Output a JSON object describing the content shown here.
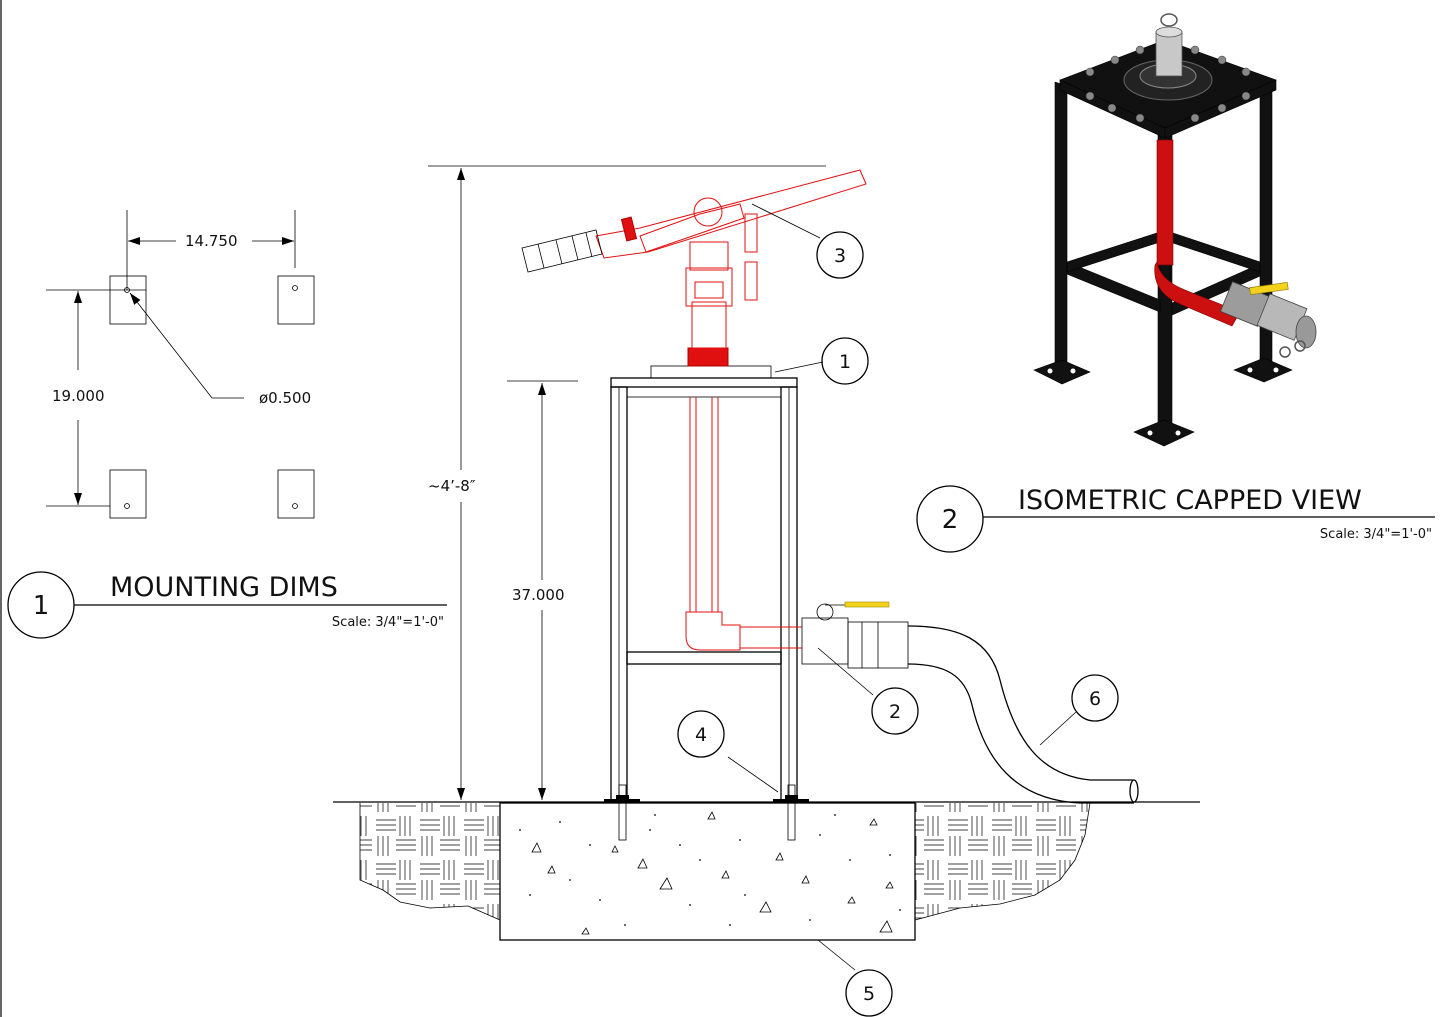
{
  "views": {
    "mounting": {
      "number": "1",
      "title": "MOUNTING DIMS",
      "scale": "Scale: 3/4\"=1'-0\"",
      "dim_width": "14.750",
      "dim_height": "19.000",
      "dim_hole": "ø0.500"
    },
    "isometric": {
      "number": "2",
      "title": "ISOMETRIC CAPPED VIEW",
      "scale": "Scale: 3/4\"=1'-0\""
    }
  },
  "elevation": {
    "overall_height": "~4’-8″",
    "stand_height": "37.000"
  },
  "callouts": [
    "1",
    "2",
    "3",
    "4",
    "5",
    "6"
  ],
  "colors": {
    "line": "#000000",
    "accent_red": "#e01010",
    "valve_handle": "#f2d21a",
    "frame_black": "#111111"
  }
}
